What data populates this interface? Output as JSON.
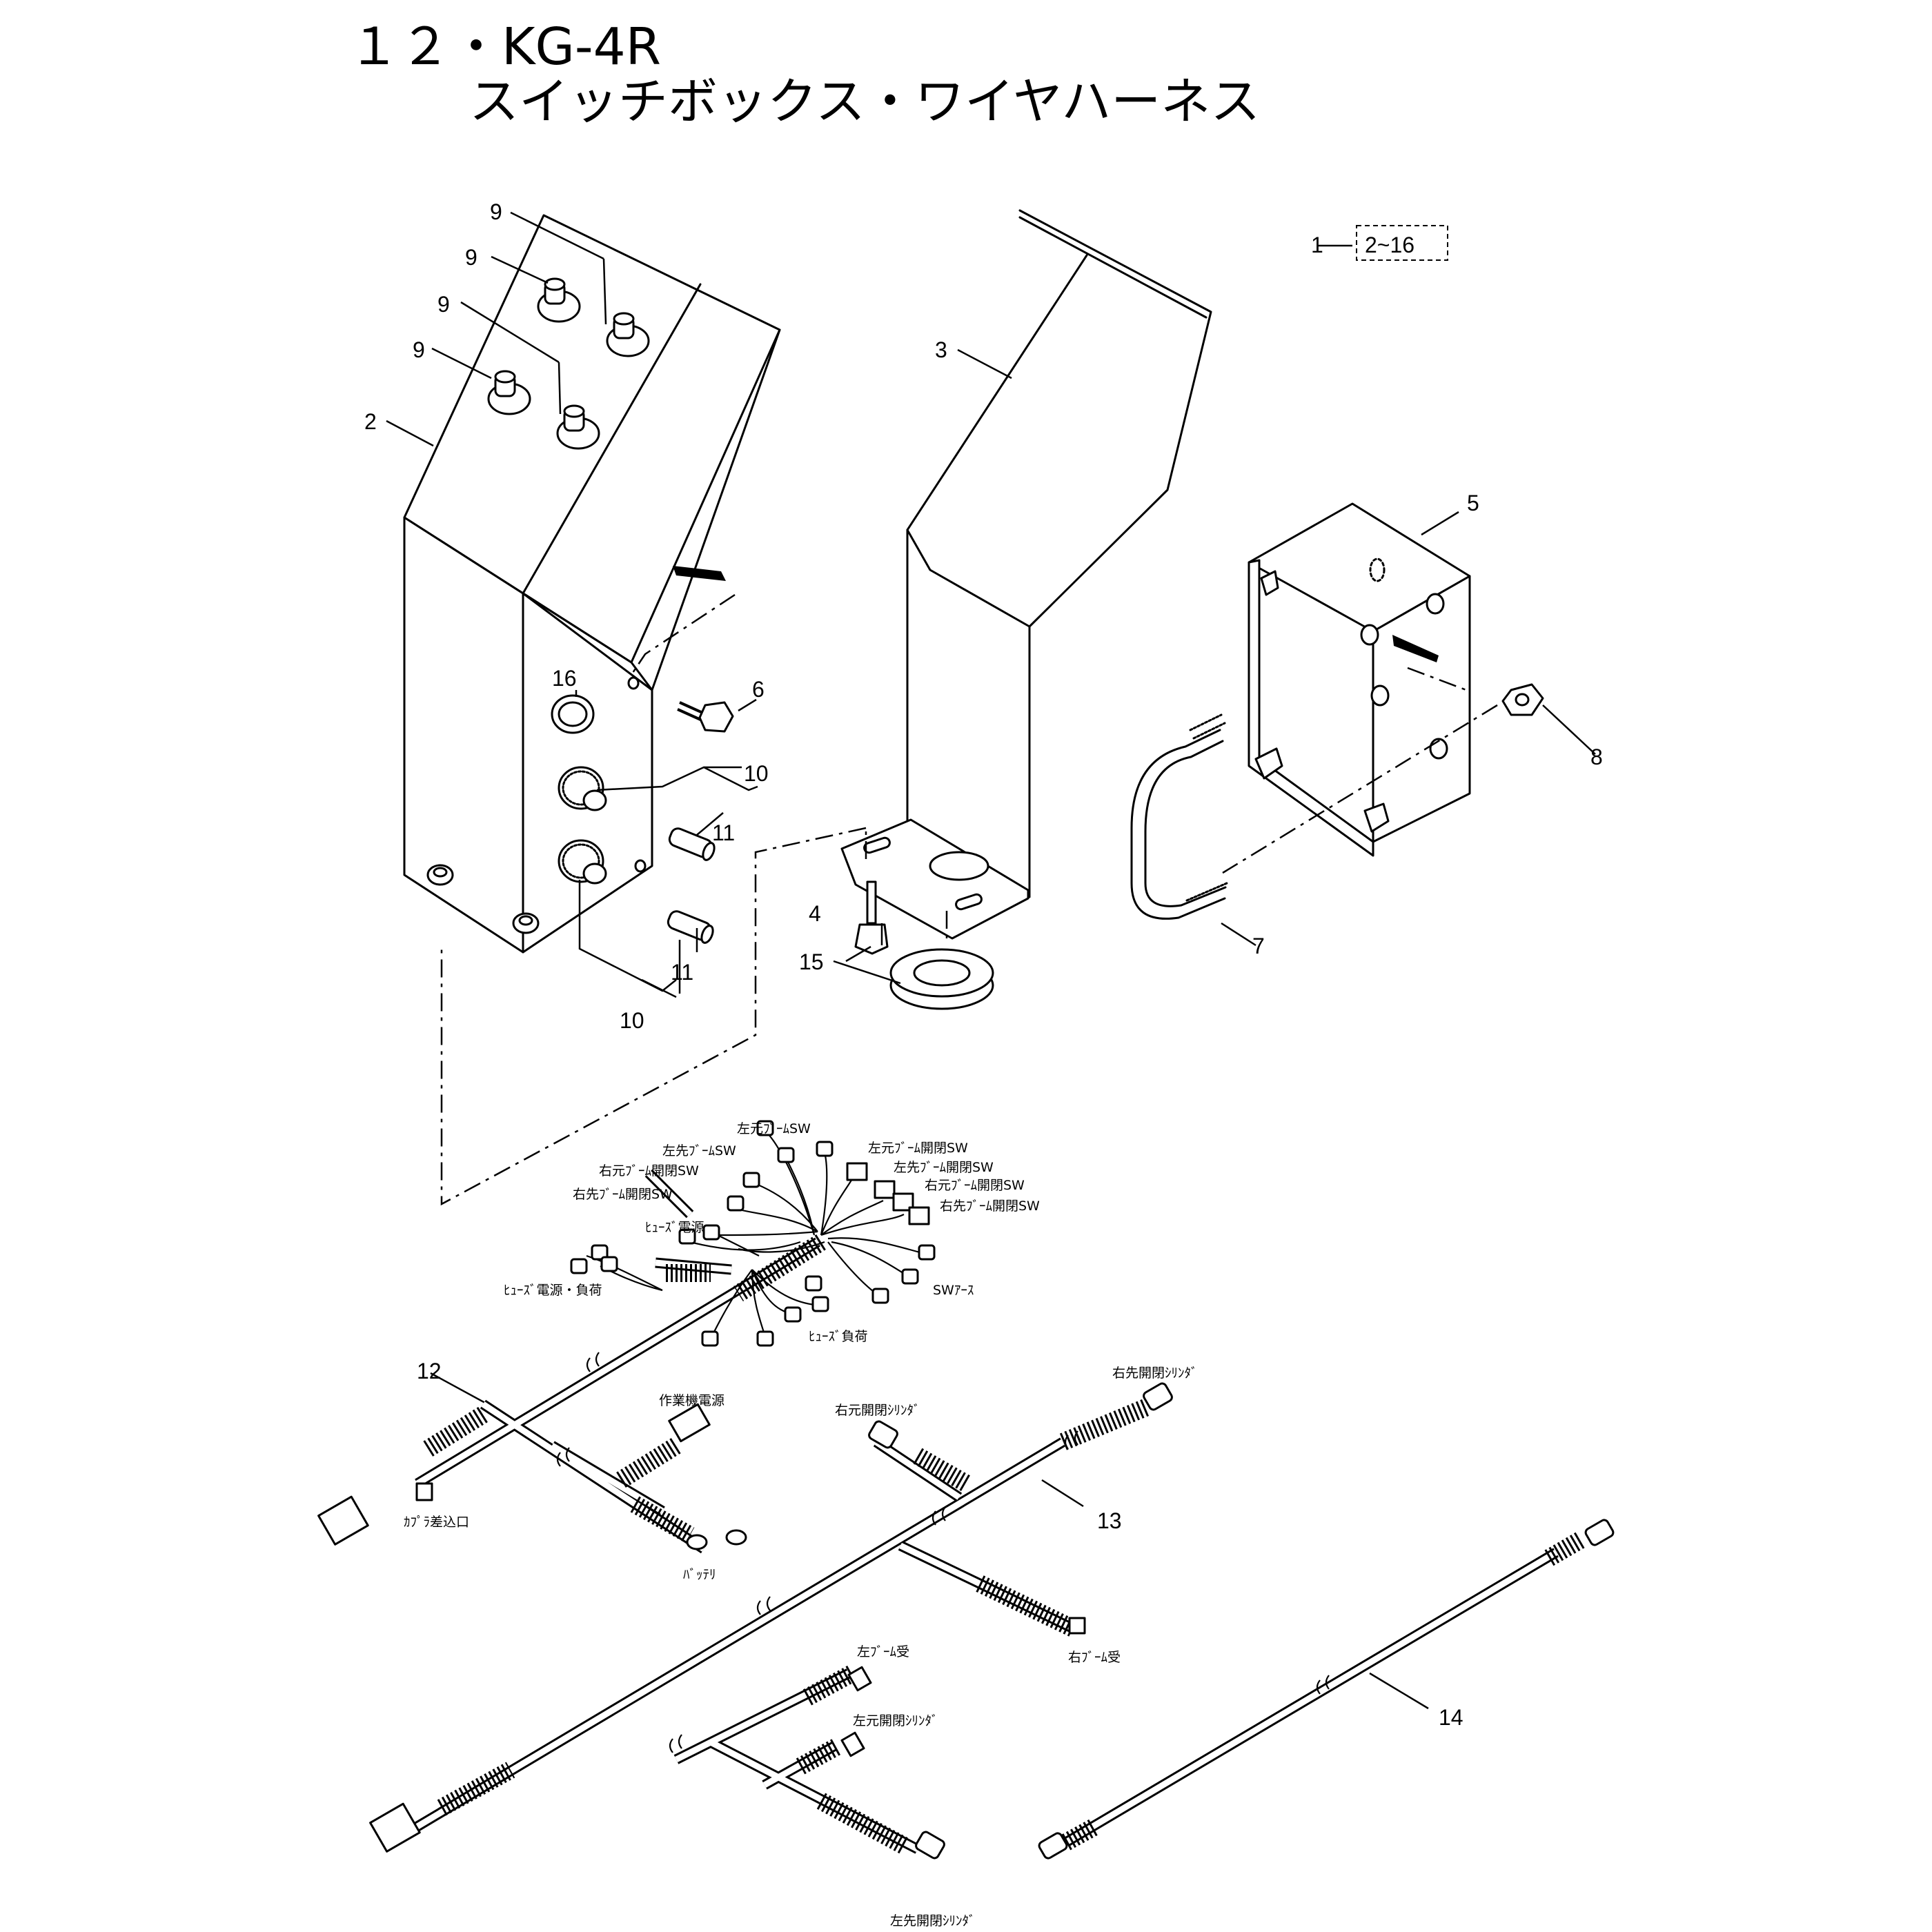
{
  "title": {
    "line1": "１２・KG-4R",
    "line2": "スイッチボックス・ワイヤハーネス"
  },
  "part_numbers": {
    "p1": "1",
    "p1_range": "2~16",
    "p2": "2",
    "p3": "3",
    "p4": "4",
    "p5": "5",
    "p6": "6",
    "p7": "7",
    "p8": "8",
    "p9": "9",
    "p10": "10",
    "p11": "11",
    "p12": "12",
    "p13": "13",
    "p14": "14",
    "p15": "15",
    "p16": "16"
  },
  "connector_labels": {
    "l01": "左元ﾌﾞｰﾑSW",
    "l02": "左先ﾌﾞｰﾑSW",
    "l03": "右元ﾌﾞｰﾑ開閉SW",
    "l04": "右先ﾌﾞｰﾑ開閉SW",
    "l05": "左元ﾌﾞｰﾑ開閉SW",
    "l06": "左先ﾌﾞｰﾑ開閉SW",
    "l07": "右元ﾌﾞｰﾑ開閉SW",
    "l08": "右先ﾌﾞｰﾑ開閉SW",
    "l09": "ﾋｭｰｽﾞ電源",
    "l10": "ﾋｭｰｽﾞ電源・負荷",
    "l11": "SWｱｰｽ",
    "l12": "ﾋｭｰｽﾞ負荷",
    "l13": "作業機電源",
    "l14": "ｶﾌﾟﾗ差込口",
    "l15": "ﾊﾞｯﾃﾘ",
    "l16": "右元開閉ｼﾘﾝﾀﾞ",
    "l17": "右先開閉ｼﾘﾝﾀﾞ",
    "l18": "右ﾌﾞｰﾑ受",
    "l19": "左ﾌﾞｰﾑ受",
    "l20": "左元開閉ｼﾘﾝﾀﾞ",
    "l21": "左先開閉ｼﾘﾝﾀﾞ"
  }
}
